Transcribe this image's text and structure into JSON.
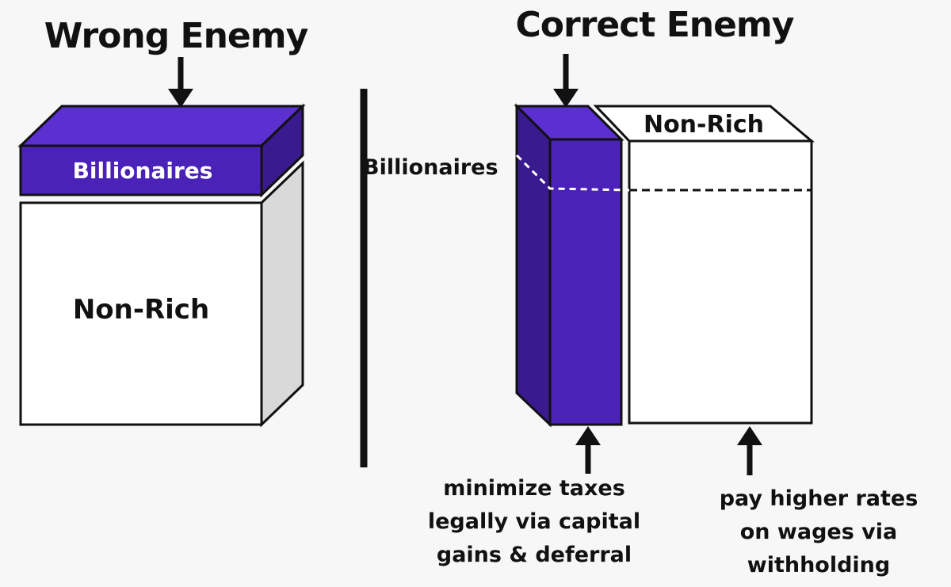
{
  "colors": {
    "purple": "#4a22b8",
    "purple_top": "#5b2fd0",
    "purple_dark": "#3a1a8f",
    "box_face": "#ffffff",
    "box_side": "#d9d9d9",
    "ink": "#111111"
  },
  "left_panel": {
    "title": "Wrong Enemy",
    "billionaires_label": "Billionaires",
    "nonrich_label": "Non-Rich"
  },
  "right_panel": {
    "title": "Correct Enemy",
    "billionaires_label": "Billionaires",
    "nonrich_label": "Non-Rich",
    "billionaires_caption": [
      "minimize taxes",
      "legally via capital",
      "gains & deferral"
    ],
    "nonrich_caption": [
      "pay higher rates",
      "on wages via",
      "withholding"
    ]
  }
}
